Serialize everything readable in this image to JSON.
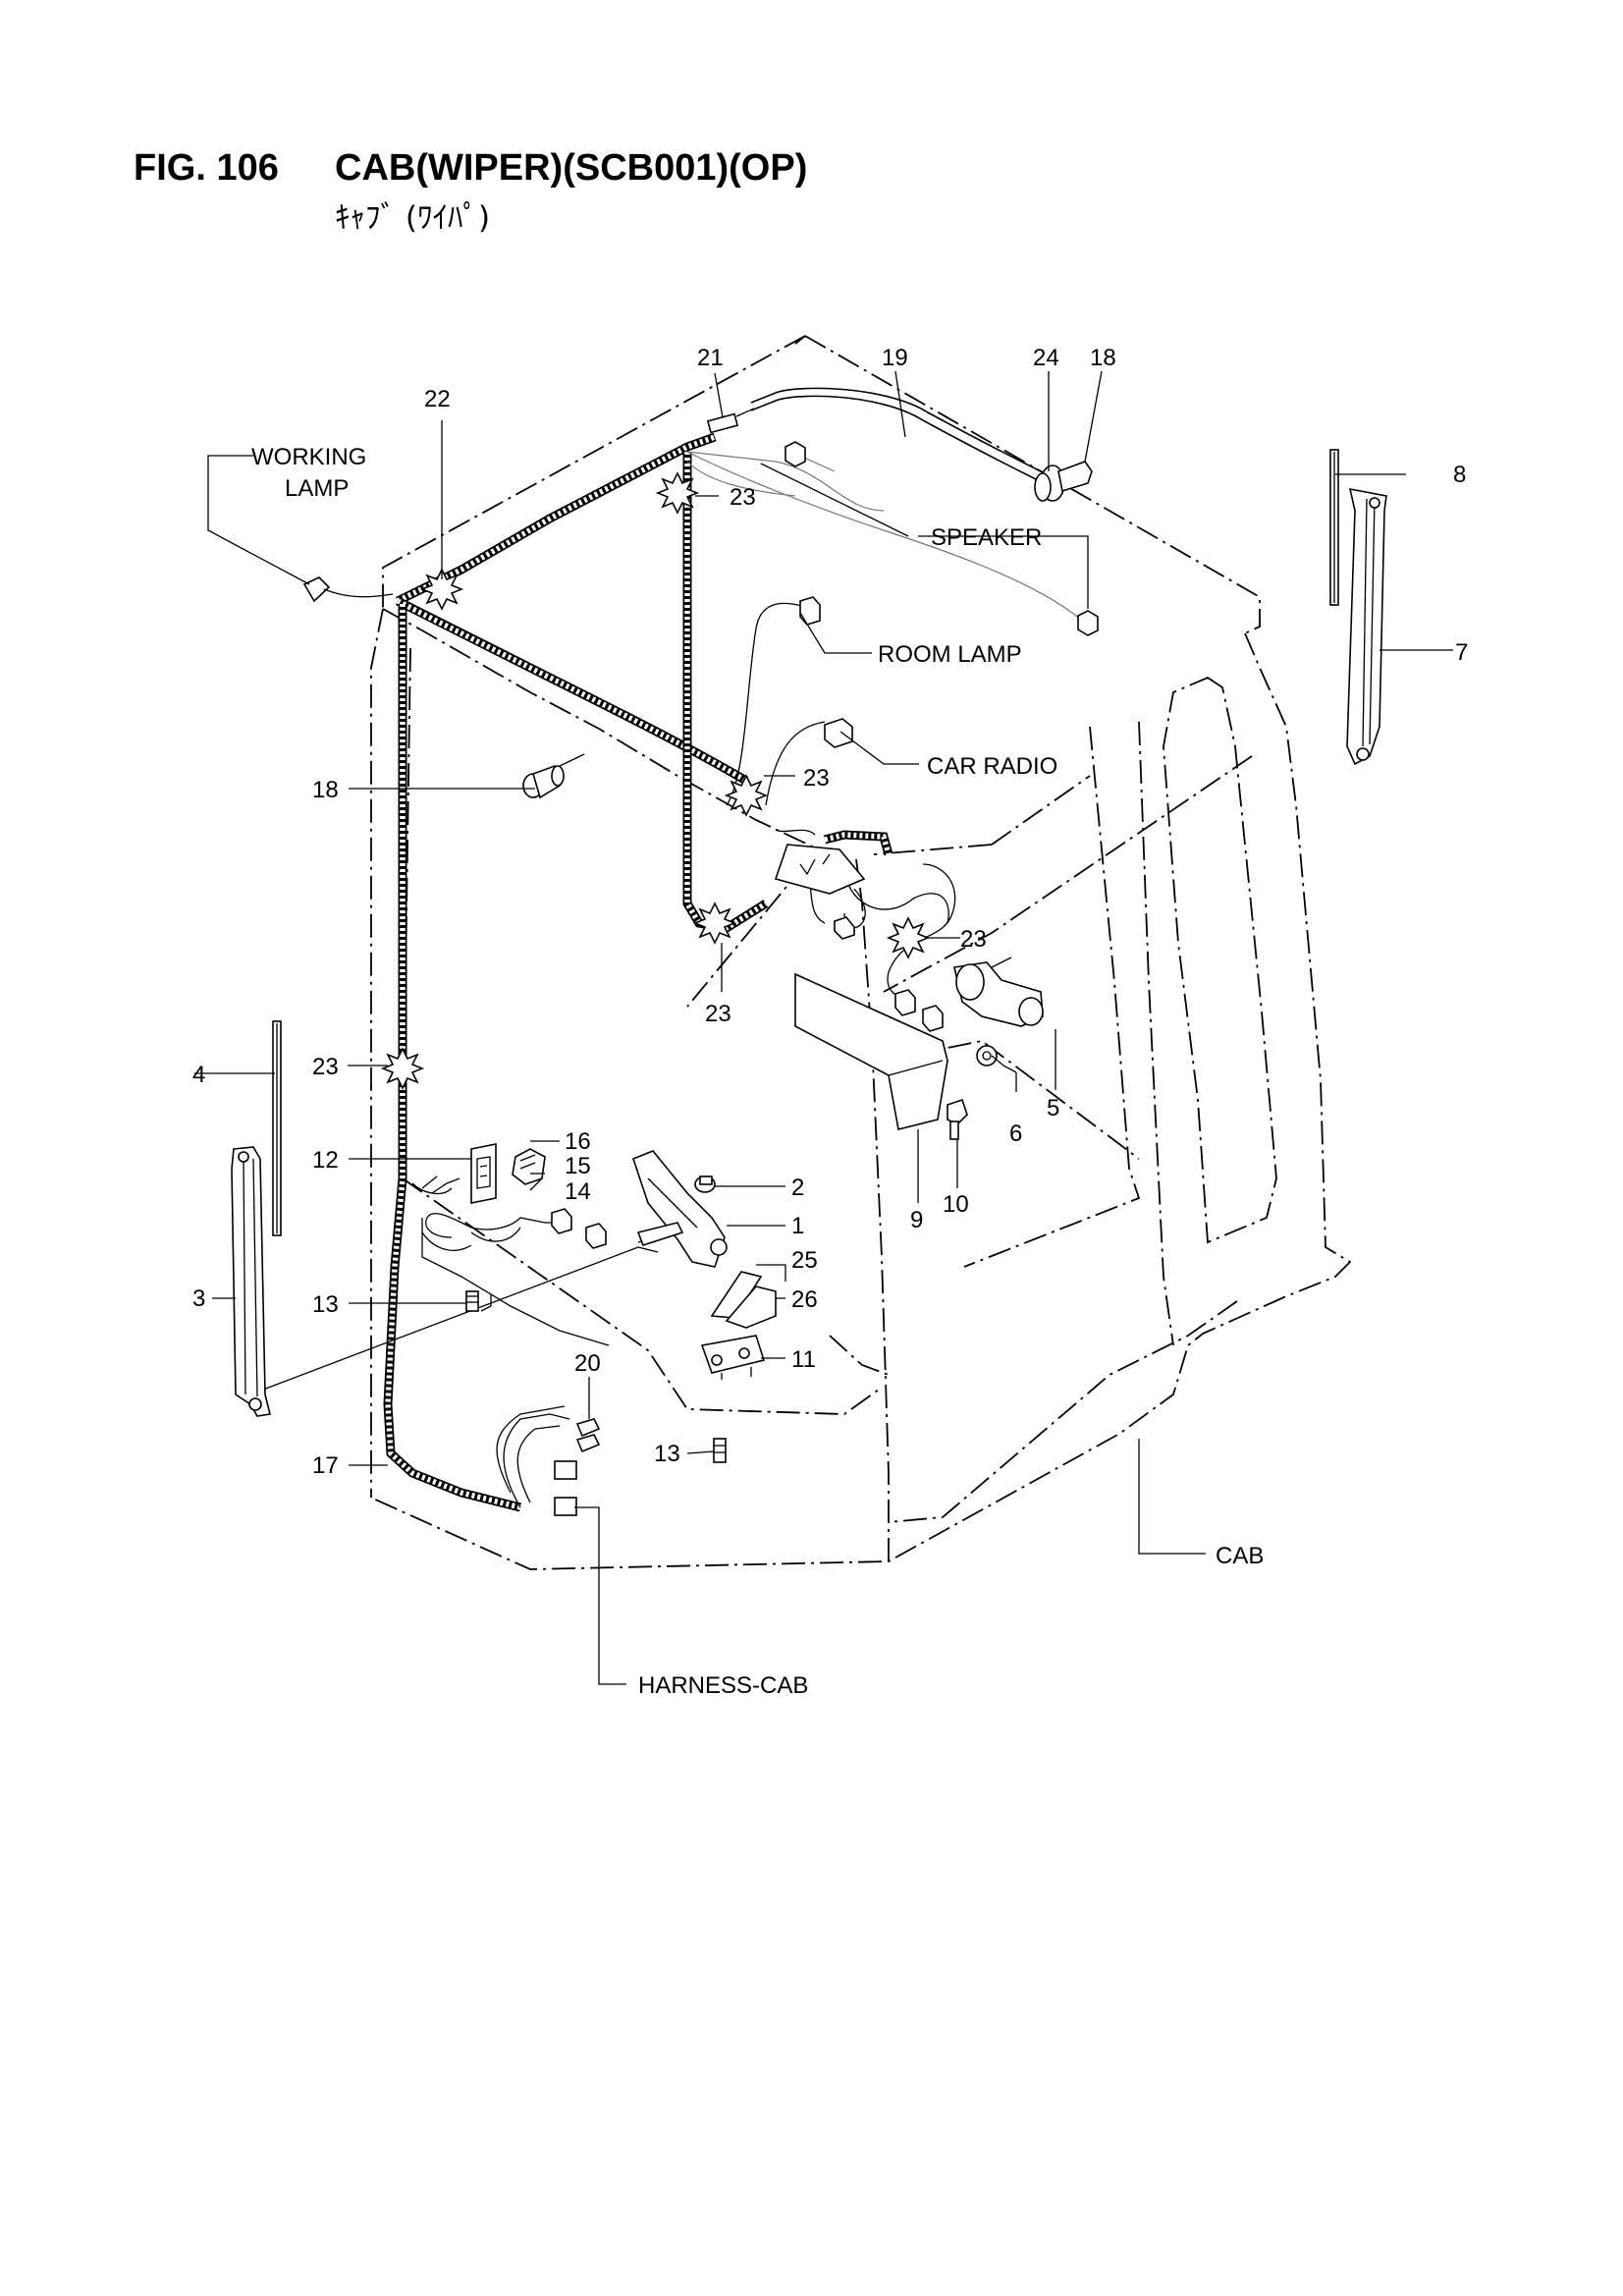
{
  "title": {
    "fig": "FIG. 106",
    "name": "CAB(WIPER)(SCB001)(OP)",
    "name_jp": "ｷｬﾌﾞ (ﾜｲﾊﾟ)"
  },
  "callouts": {
    "c1": "1",
    "c2": "2",
    "c3": "3",
    "c4": "4",
    "c5": "5",
    "c6": "6",
    "c7": "7",
    "c8": "8",
    "c9": "9",
    "c10": "10",
    "c11": "11",
    "c12": "12",
    "c13a": "13",
    "c13b": "13",
    "c14": "14",
    "c15": "15",
    "c16": "16",
    "c17": "17",
    "c18a": "18",
    "c18b": "18",
    "c19": "19",
    "c20": "20",
    "c21": "21",
    "c22": "22",
    "c23a": "23",
    "c23b": "23",
    "c23c": "23",
    "c23d": "23",
    "c23e": "23",
    "c24": "24",
    "c25": "25",
    "c26": "26"
  },
  "names": {
    "working_lamp_1": "WORKING",
    "working_lamp_2": "LAMP",
    "speaker": "SPEAKER",
    "room_lamp": "ROOM LAMP",
    "car_radio": "CAR RADIO",
    "cab": "CAB",
    "harness_cab": "HARNESS-CAB"
  }
}
